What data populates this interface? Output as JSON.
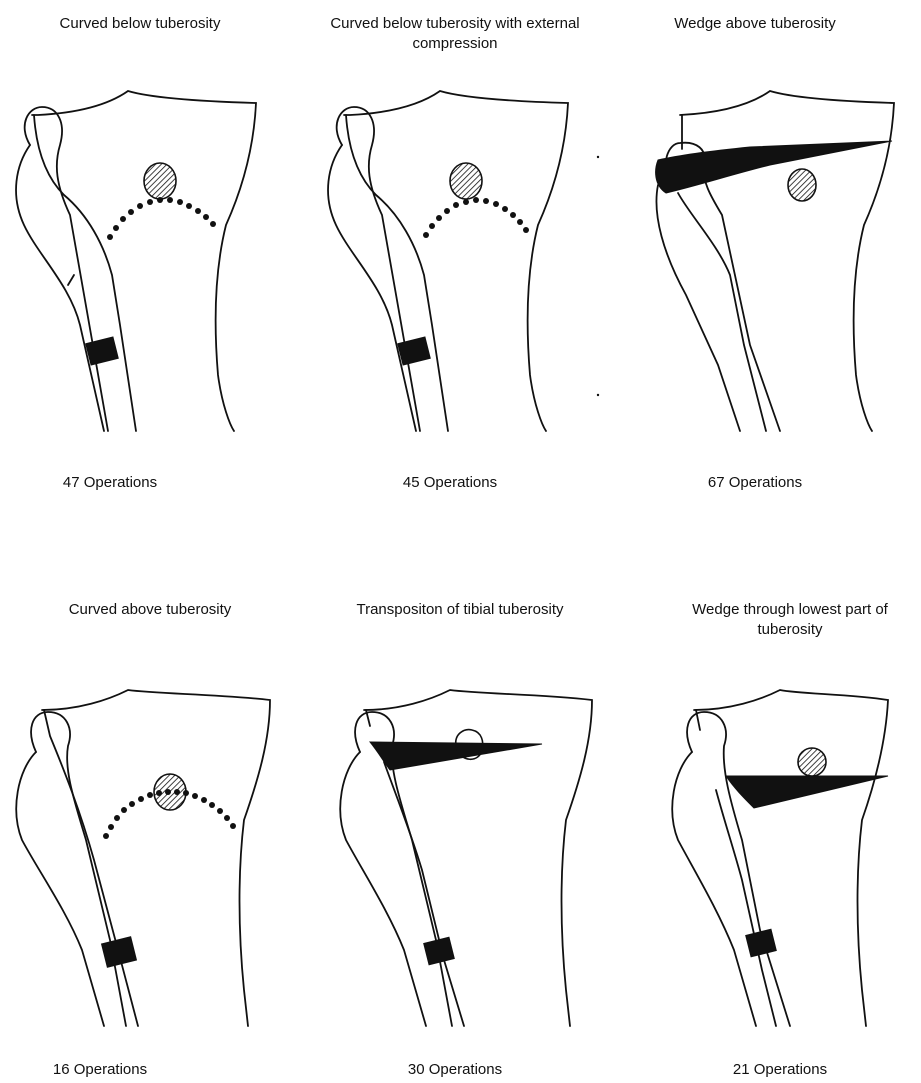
{
  "panels": [
    {
      "title": "Curved below tuberosity",
      "count": "47 Operations"
    },
    {
      "title": "Curved below tuberosity with external compression",
      "count": "45 Operations"
    },
    {
      "title": "Wedge above tuberosity",
      "count": "67 Operations"
    },
    {
      "title": "Curved above tuberosity",
      "count": "16 Operations"
    },
    {
      "title": "Transpositon of tibial tuberosity",
      "count": "30 Operations"
    },
    {
      "title": "Wedge through lowest part of tuberosity",
      "count": "21 Operations"
    }
  ]
}
